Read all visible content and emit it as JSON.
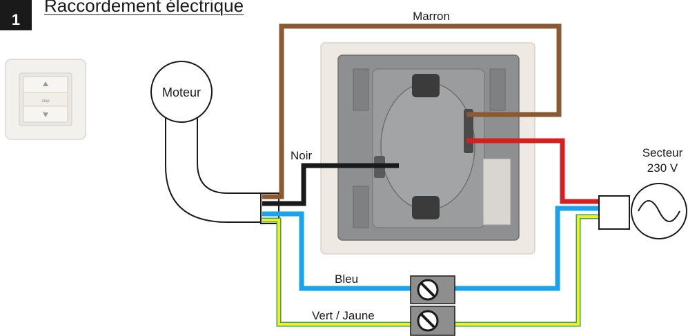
{
  "header": {
    "step_number": "1",
    "title": "Raccordement électrique"
  },
  "labels": {
    "motor": "Moteur",
    "brown": "Marron",
    "black": "Noir",
    "blue": "Bleu",
    "green_yellow": "Vert / Jaune",
    "mains_line1": "Secteur",
    "mains_line2": "230 V"
  },
  "switch_thumbnail": {
    "middle_label": "stop"
  },
  "colors": {
    "brown": "#8b5a33",
    "black": "#1a1a1a",
    "red": "#d42020",
    "blue": "#1aa3e8",
    "yellow": "#f2ea2a",
    "green": "#3da64a",
    "switch_body": "#8e8f90",
    "switch_frame": "#ebe6df"
  }
}
